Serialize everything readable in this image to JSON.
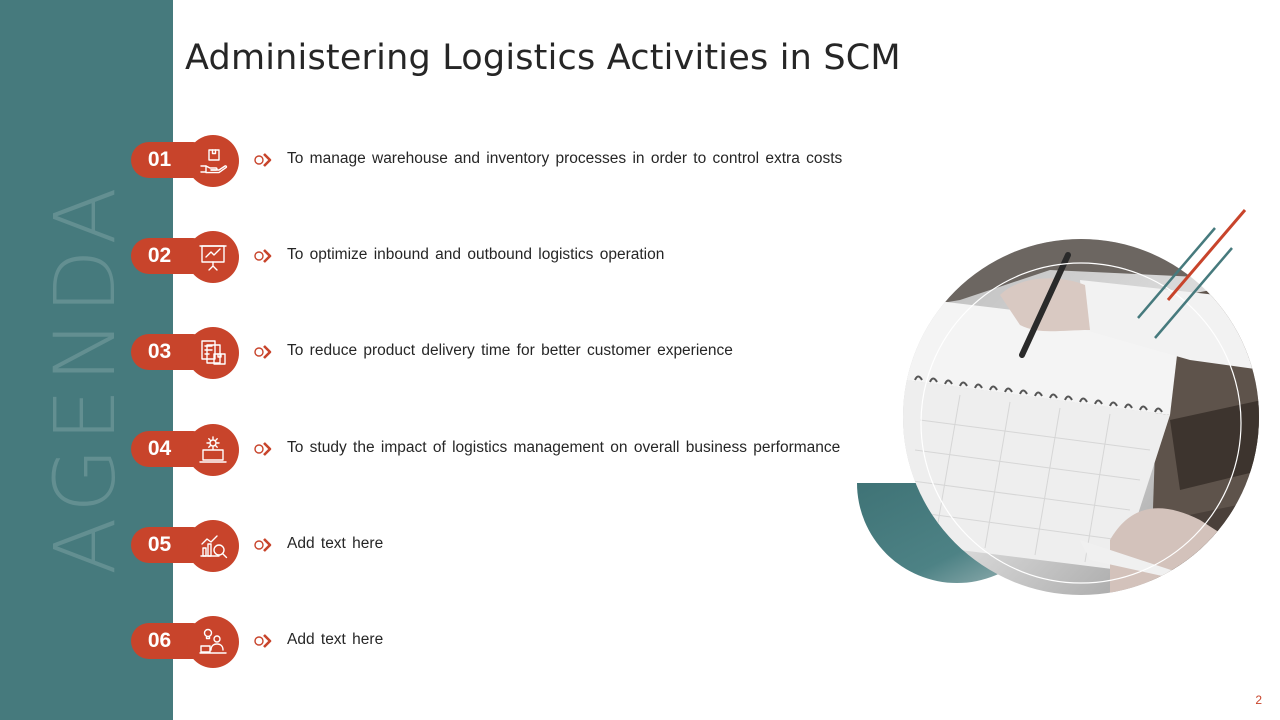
{
  "slide": {
    "title": "Administering Logistics Activities in SCM",
    "side_label": "AGENDA",
    "page_number": "2"
  },
  "colors": {
    "accent": "#c8442b",
    "teal": "#467a7d"
  },
  "items": [
    {
      "number": "01",
      "icon": "box-in-hand-icon",
      "text": "To manage warehouse and inventory processes in order to control extra costs"
    },
    {
      "number": "02",
      "icon": "presentation-board-icon",
      "text": "To optimize inbound and outbound logistics operation"
    },
    {
      "number": "03",
      "icon": "documents-box-icon",
      "text": "To reduce product delivery time for better customer experience"
    },
    {
      "number": "04",
      "icon": "laptop-gear-icon",
      "text": "To study the impact of logistics management on overall business performance"
    },
    {
      "number": "05",
      "icon": "chart-magnifier-icon",
      "text": "Add text here"
    },
    {
      "number": "06",
      "icon": "person-desk-idea-icon",
      "text": "Add text here"
    }
  ]
}
